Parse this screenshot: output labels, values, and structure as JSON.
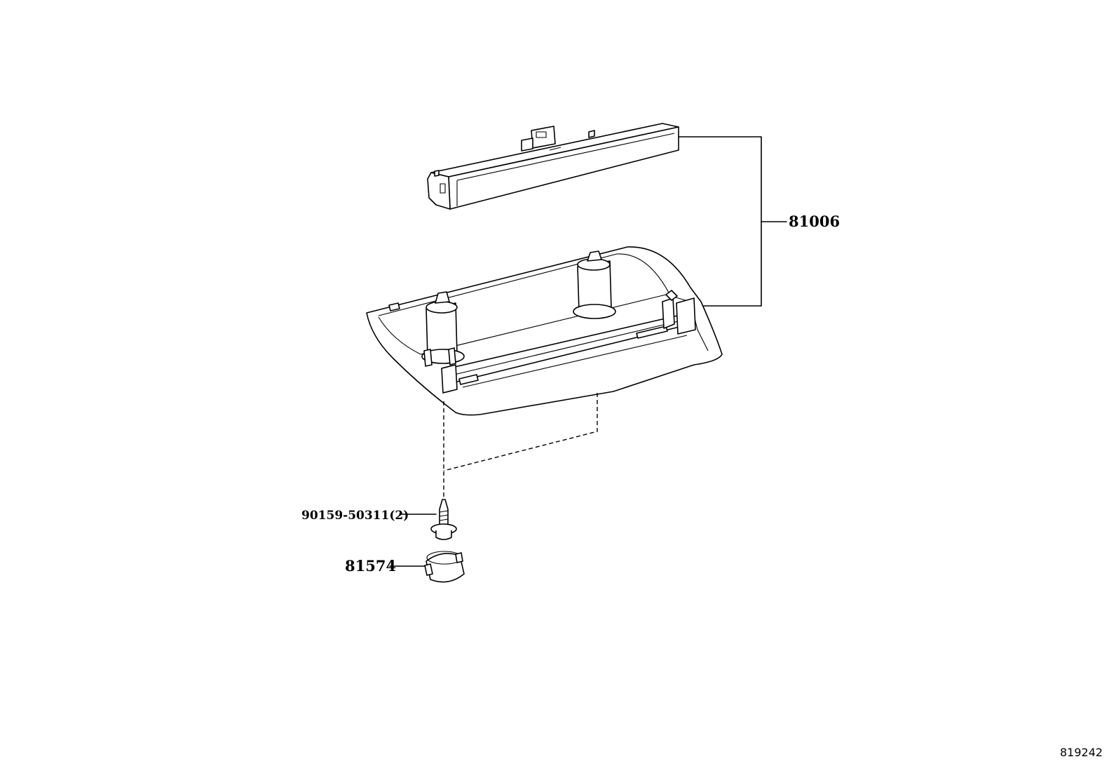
{
  "parts": {
    "light_assembly": "81006",
    "screw": "90159-50311(2)",
    "cap": "81574"
  },
  "diagram_code": "819242"
}
